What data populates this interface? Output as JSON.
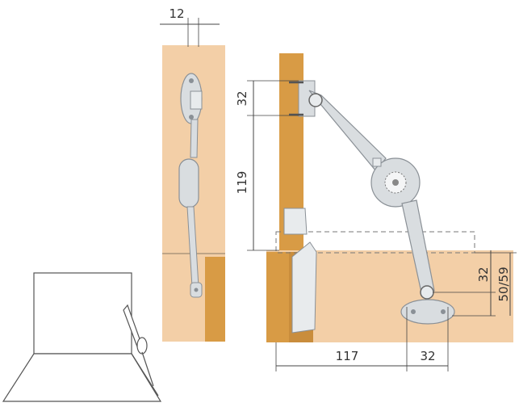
{
  "dimensions": {
    "top_offset": "12",
    "hole_spacing": "32",
    "vertical_gap": "119",
    "horizontal_offset": "117",
    "base_width": "32",
    "base_height": "32",
    "mount_height_range": "50/59"
  },
  "colors": {
    "panel_light": "#f3cfa7",
    "wood_dark": "#d89b45",
    "wood_shadow": "#b87e33",
    "metal": "#d9dde0",
    "metal_edge": "#8a9096",
    "line": "#444444"
  }
}
